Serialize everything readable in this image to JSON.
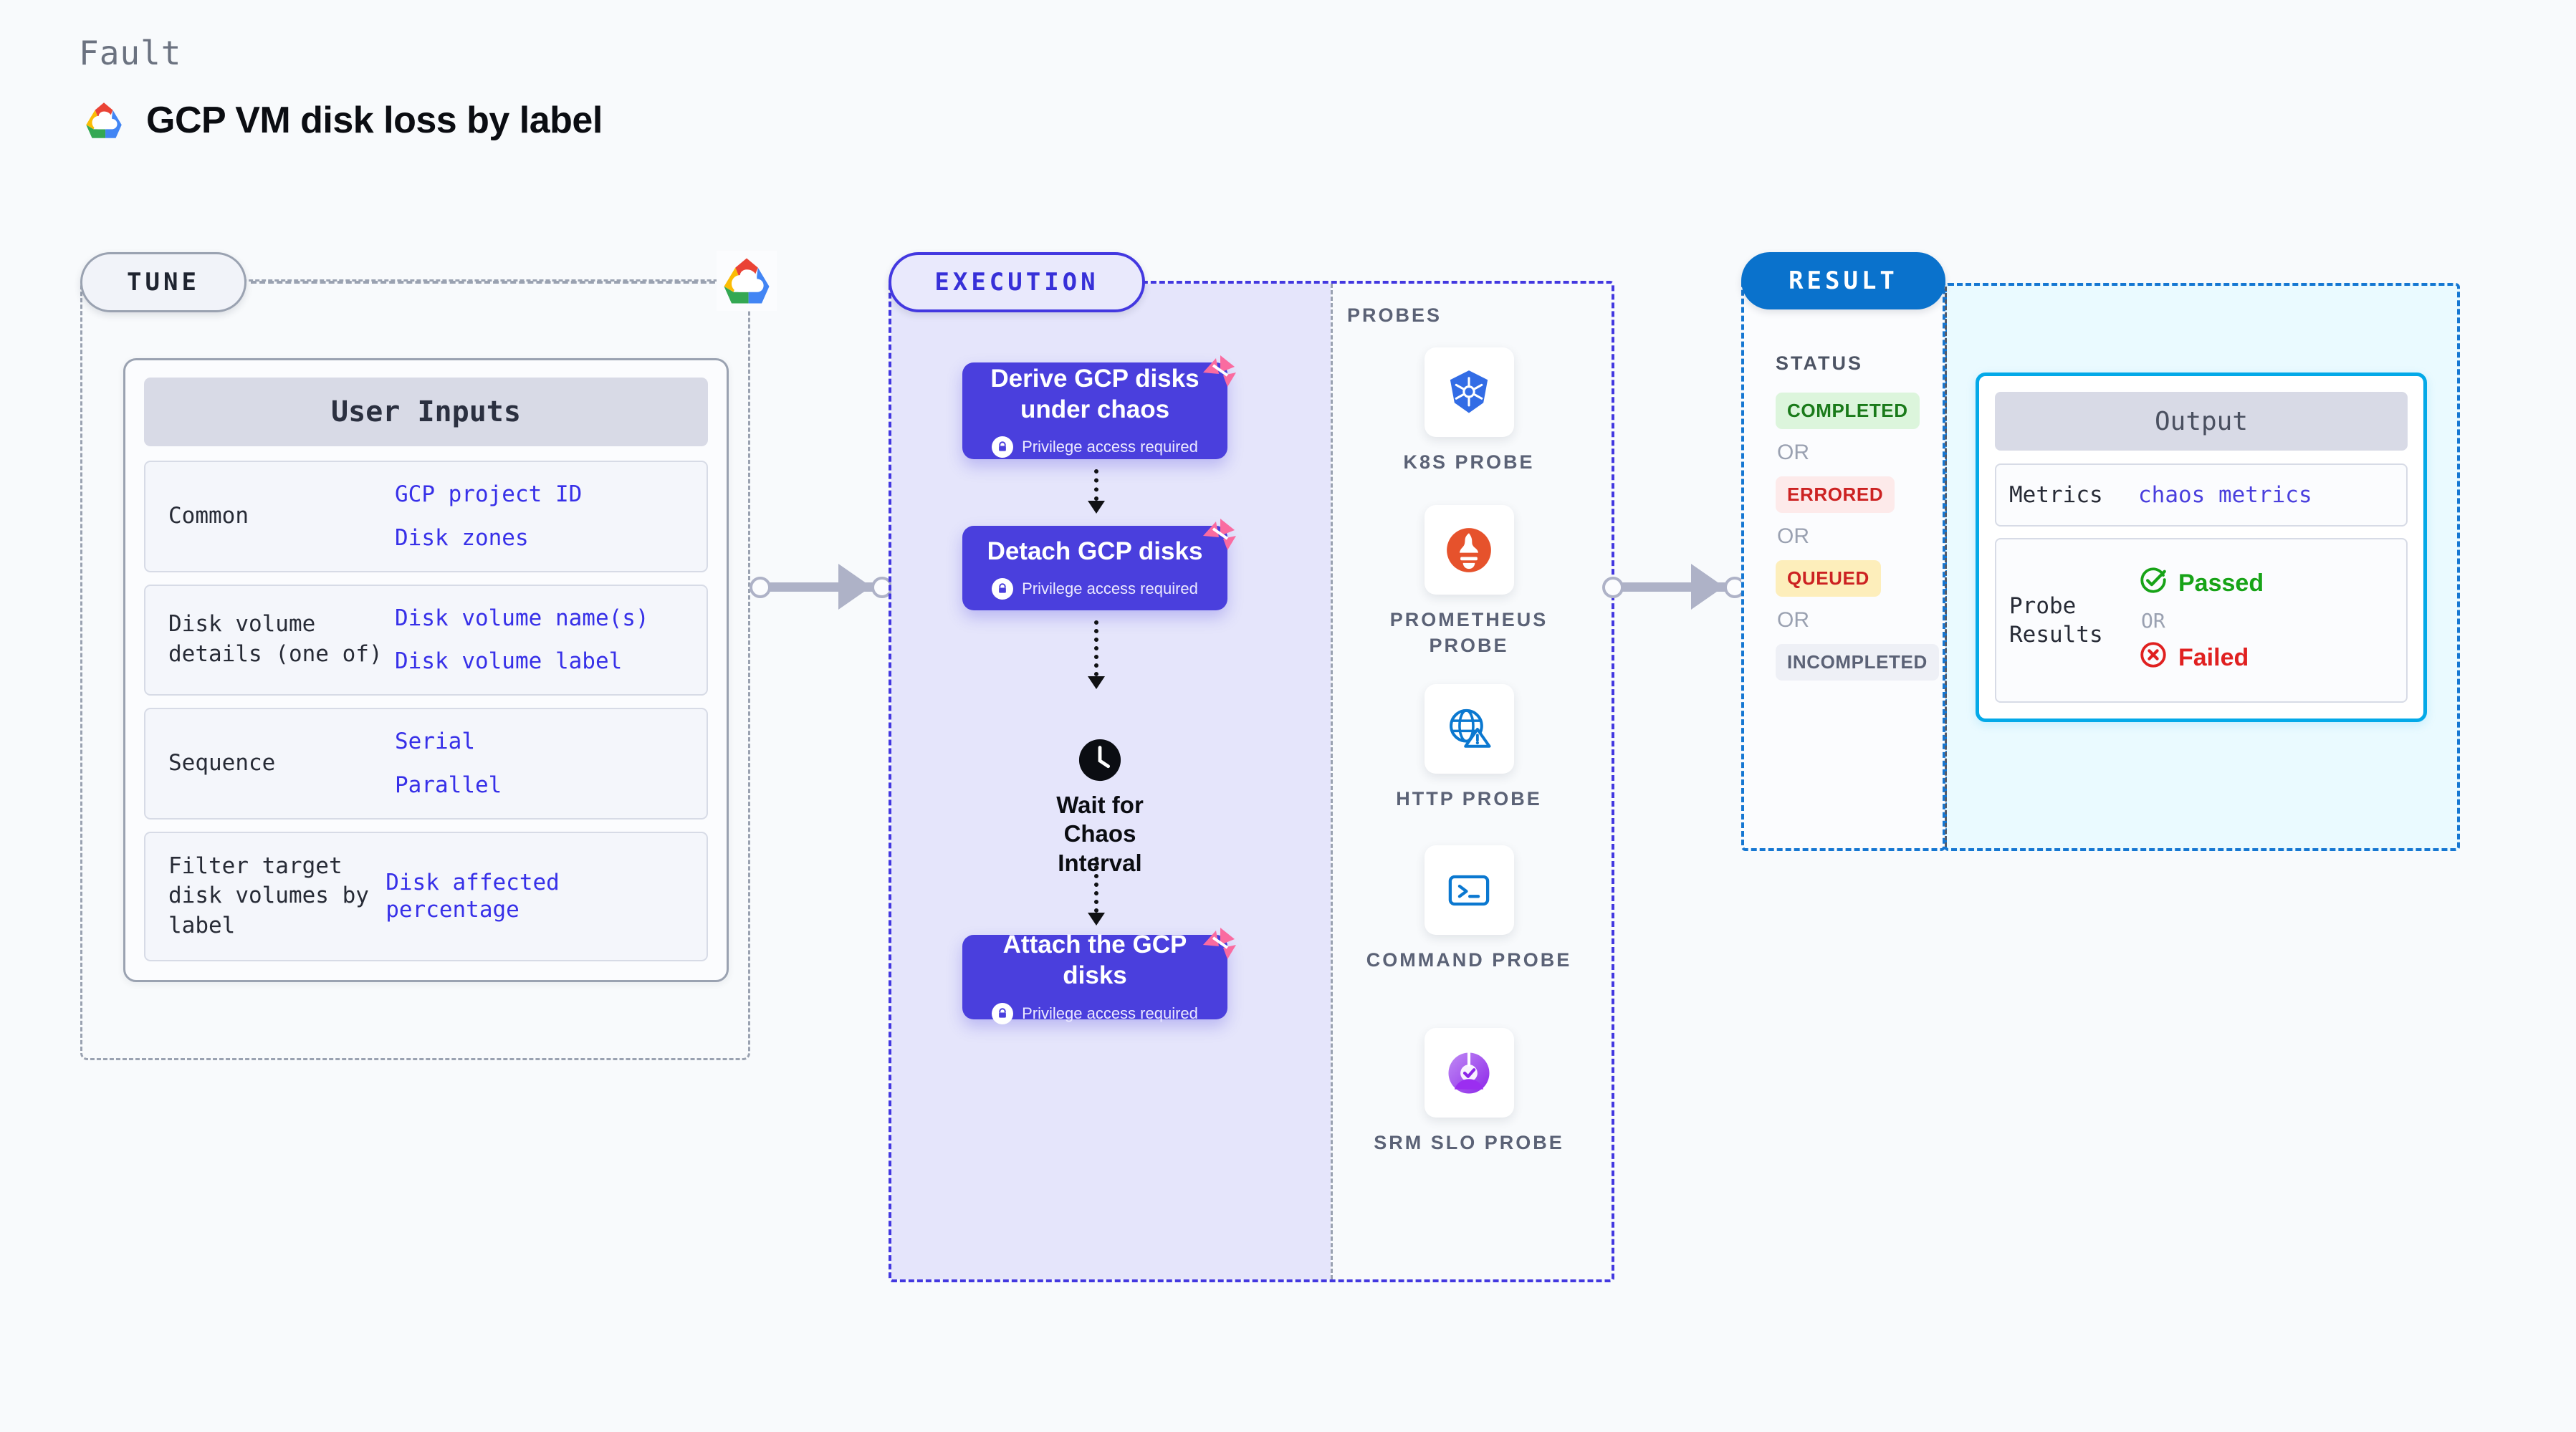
{
  "header": {
    "eyebrow": "Fault",
    "title": "GCP VM disk loss by label",
    "logo_icon": "gcp-logo-icon"
  },
  "tune": {
    "pill_label": "TUNE",
    "logo_icon": "gcp-logo-icon",
    "card_title": "User Inputs",
    "rows": [
      {
        "label": "Common",
        "values": [
          "GCP project ID",
          "Disk zones"
        ]
      },
      {
        "label": "Disk volume details (one of)",
        "values": [
          "Disk volume name(s)",
          "Disk volume label"
        ]
      },
      {
        "label": "Sequence",
        "values": [
          "Serial",
          "Parallel"
        ]
      },
      {
        "label": "Filter target disk volumes by label",
        "values": [
          "Disk affected percentage"
        ]
      }
    ]
  },
  "execution": {
    "pill_label": "EXECUTION",
    "privilege_note": "Privilege access required",
    "steps": [
      {
        "title": "Derive GCP disks under chaos",
        "privileged": true
      },
      {
        "title": "Detach GCP disks",
        "privileged": true
      },
      {
        "title": "Attach the GCP disks",
        "privileged": true
      }
    ],
    "wait_node": {
      "label": "Wait for Chaos Interval",
      "icon": "clock-icon"
    },
    "probes_title": "PROBES",
    "probes": [
      {
        "label": "K8S PROBE",
        "icon": "kubernetes-icon"
      },
      {
        "label": "PROMETHEUS PROBE",
        "icon": "prometheus-icon"
      },
      {
        "label": "HTTP PROBE",
        "icon": "globe-warning-icon"
      },
      {
        "label": "COMMAND PROBE",
        "icon": "terminal-icon"
      },
      {
        "label": "SRM SLO PROBE",
        "icon": "srm-slo-icon"
      }
    ]
  },
  "result": {
    "pill_label": "RESULT",
    "status_title": "STATUS",
    "or_label": "OR",
    "statuses": [
      {
        "label": "COMPLETED",
        "bg": "#dcf5dc",
        "fg": "#1a7a1a"
      },
      {
        "label": "ERRORED",
        "bg": "#fdeaea",
        "fg": "#cc2222"
      },
      {
        "label": "QUEUED",
        "bg": "#fdeebb",
        "fg": "#cc2222"
      },
      {
        "label": "INCOMPLETED",
        "bg": "#eef0f6",
        "fg": "#5b6276"
      }
    ],
    "output": {
      "title": "Output",
      "metrics_label": "Metrics",
      "metrics_value": "chaos metrics",
      "probe_results_label": "Probe Results",
      "passed_label": "Passed",
      "failed_label": "Failed",
      "or_label": "OR",
      "passed_icon": "check-circle-icon",
      "failed_icon": "x-circle-icon"
    }
  },
  "colors": {
    "page_bg": "#f8fafc",
    "accent_indigo": "#4a3fdd",
    "accent_blue": "#0a72cc",
    "accent_cyan": "#03a9e8",
    "pink_badge": "#fa6ba0"
  }
}
